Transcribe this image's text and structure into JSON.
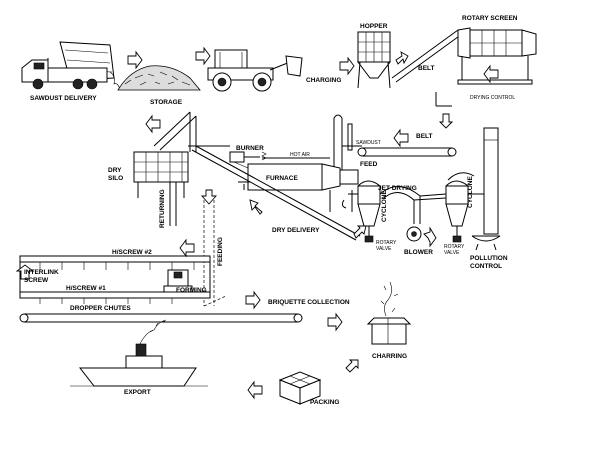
{
  "labels": {
    "sawdust_delivery": "SAWDUST DELIVERY",
    "storage": "STORAGE",
    "charging": "CHARGING",
    "hopper": "HOPPER",
    "rotary_screen": "ROTARY SCREEN",
    "belt_top": "BELT",
    "drying_control": "DRYING CONTROL",
    "sawdust": "SAWDUST",
    "belt_mid": "BELT",
    "burner": "BURNER",
    "hot_air": "HOT AIR",
    "dry_silo": "DRY\nSILO",
    "furnace": "FURNACE",
    "feed": "FEED",
    "jet_drying": "JET DRYING",
    "cyclone_left": "CYCLONE",
    "cyclone_right": "CYCLONE",
    "pollution_control": "POLLUTION\nCONTROL",
    "rotary_valve_left": "ROTARY\nVALVE",
    "rotary_valve_right": "ROTARY\nVALVE",
    "blower": "BLOWER",
    "returning": "RETURNING",
    "dry_delivery": "DRY DELIVERY",
    "feeding": "FEEDING",
    "hscrew2": "H/SCREW #2",
    "interlink_screw": "INTERLINK\nSCREW",
    "forming": "FORMING",
    "hscrew1": "H/SCREW #1",
    "dropper_chutes": "DROPPER CHUTES",
    "briquette_collection": "BRIQUETTE COLLECTION",
    "charring": "CHARRING",
    "export": "EXPORT",
    "packing": "PACKING"
  }
}
